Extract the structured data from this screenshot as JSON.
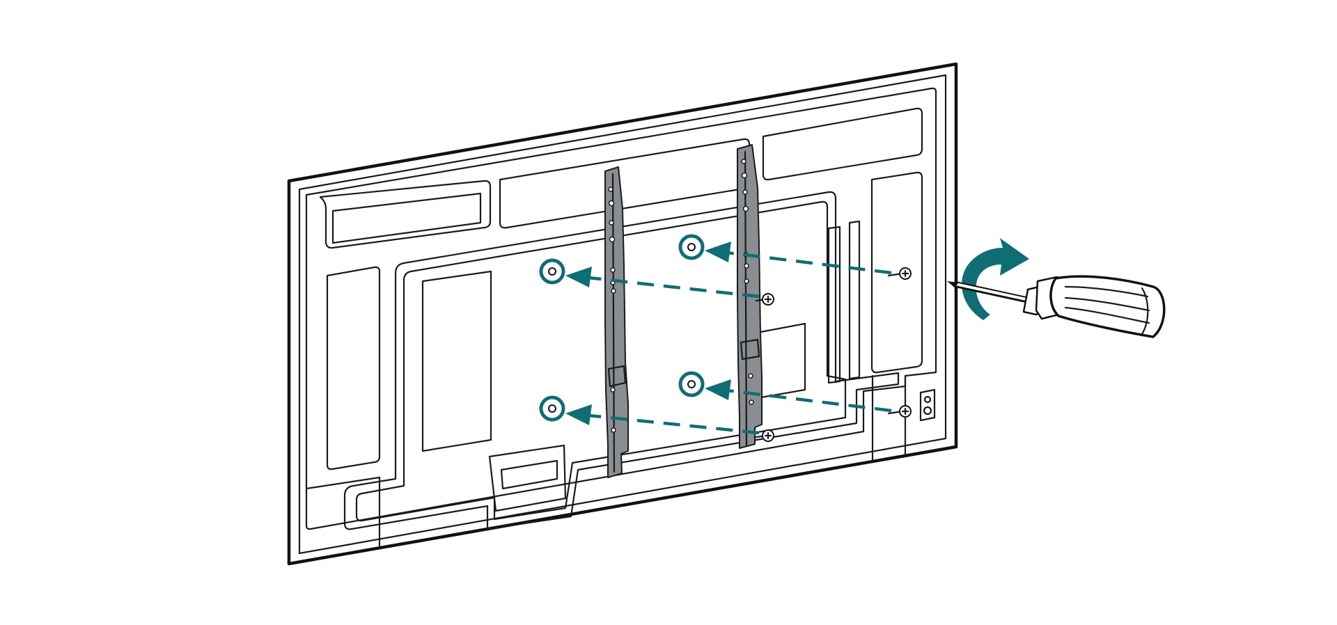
{
  "diagram": {
    "accent_color": "#0f6e73",
    "line_color": "#1a1a1a",
    "bracket_color": "#8a8d91",
    "icons": {
      "rotate": "curved-arrow-clockwise",
      "tool": "screwdriver",
      "fastener": "screw"
    },
    "rating_label": {
      "line1": "",
      "line2": ""
    }
  }
}
